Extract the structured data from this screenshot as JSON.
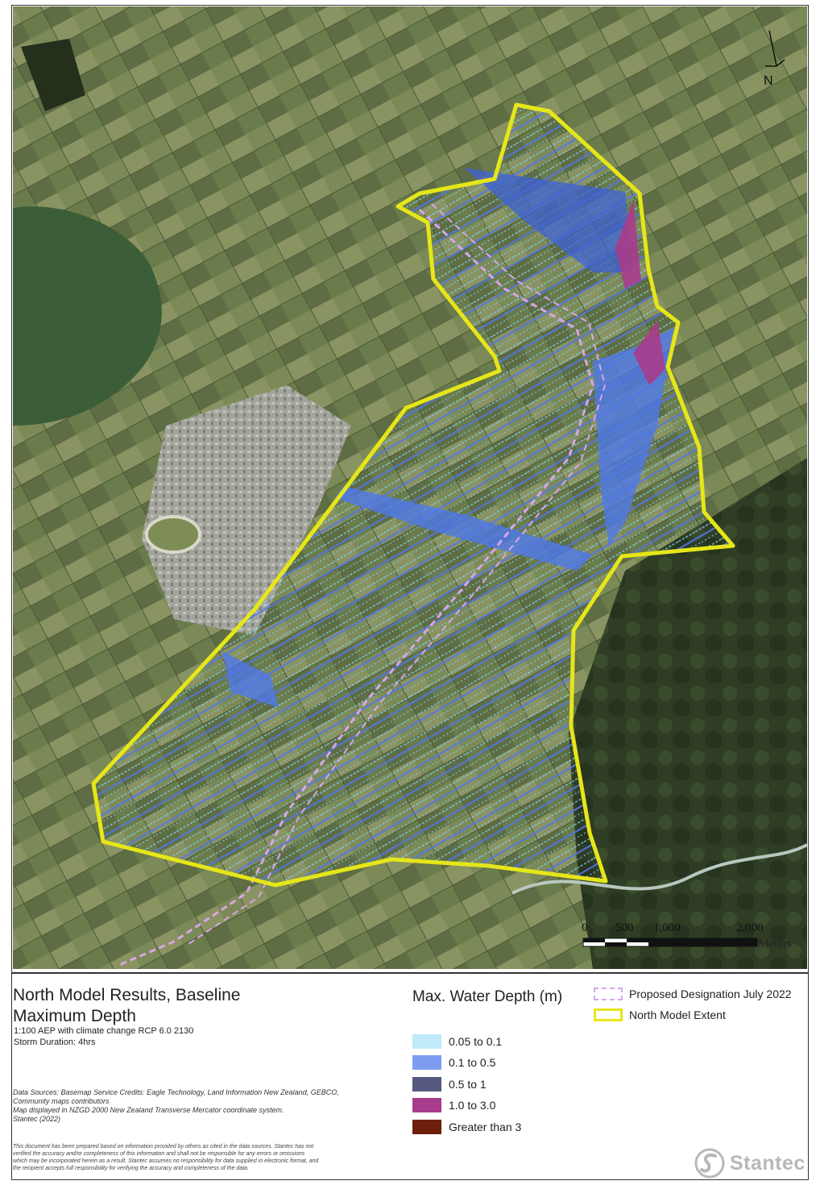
{
  "map": {
    "title_line1": "North Model Results, Baseline",
    "title_line2": "Maximum Depth",
    "subtitle_line1": "1:100 AEP with climate change RCP 6.0 2130",
    "subtitle_line2": "Storm Duration: 4hrs",
    "north_label": "N",
    "scale": {
      "ticks": [
        "0",
        "500",
        "1,000",
        "2,000"
      ],
      "units": "Meters"
    }
  },
  "legend": {
    "title": "Max. Water Depth (m)",
    "depth_classes": [
      {
        "label": "0.05 to  0.1",
        "color": "#bfeaf7"
      },
      {
        "label": "0.1 to 0.5",
        "color": "#7d9df2"
      },
      {
        "label": "0.5 to 1",
        "color": "#55597f"
      },
      {
        "label": "1.0 to 3.0",
        "color": "#a83c8c"
      },
      {
        "label": "Greater than 3",
        "color": "#6e1f0c"
      }
    ],
    "lines": [
      {
        "label": "Proposed Designation July 2022",
        "color": "#d8a6e8"
      },
      {
        "label": "North Model Extent",
        "color": "#e6e619"
      }
    ]
  },
  "sources": {
    "line1": "Data Sources: Basemap Service Credits: Eagle Technology, Land Information New Zealand, GEBCO,",
    "line2": "Community maps contributors",
    "line3": "Map displayed in NZGD 2000 New Zealand Transverse Mercator coordinate system.",
    "line4": "Stantec (2022)"
  },
  "disclaimer": {
    "line1": "This document has been prepared based on information provided by others as cited in the data sources. Stantec has not",
    "line2": "verified the accuracy and/or completeness of this information and shall not be responsible for any errors or omissions",
    "line3": "which may be incorporated herein as a result. Stantec assumes no responsibility for data supplied in electronic format, and",
    "line4": "the recipient accepts full responsibility for verifying the accuracy and completeness of the data."
  },
  "logo": {
    "text": "Stantec"
  },
  "colors": {
    "extent": "#e6e619",
    "designation": "#d8a6e8",
    "flood_light": "#7fd3ee",
    "flood_mid": "#4f78ea",
    "urban": "#9c9d98",
    "forest": "#2e3b22",
    "lake": "#3a5a35"
  }
}
